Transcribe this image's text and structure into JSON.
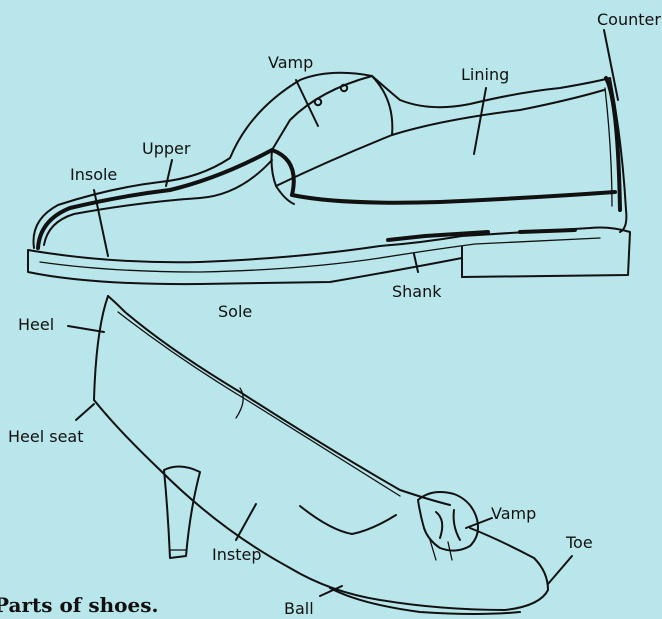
{
  "caption": "Parts of shoes.",
  "colors": {
    "background": "#b9e6ea",
    "ink": "#111111"
  },
  "oxford": {
    "labels": {
      "counter": "Counter",
      "vamp": "Vamp",
      "lining": "Lining",
      "upper": "Upper",
      "insole": "Insole",
      "shank": "Shank",
      "sole": "Sole"
    }
  },
  "pump": {
    "labels": {
      "heel": "Heel",
      "heel_seat": "Heel seat",
      "vamp": "Vamp",
      "toe": "Toe",
      "instep": "Instep",
      "ball": "Ball"
    }
  }
}
